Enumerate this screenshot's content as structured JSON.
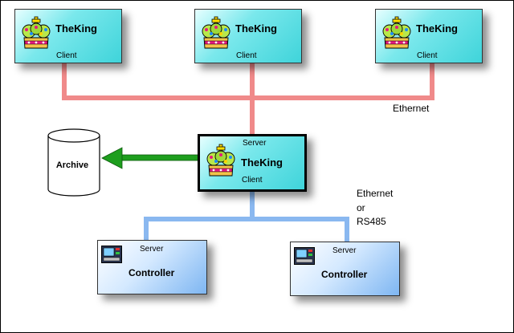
{
  "clients": [
    {
      "name": "TheKing",
      "role": "Client"
    },
    {
      "name": "TheKing",
      "role": "Client"
    },
    {
      "name": "TheKing",
      "role": "Client"
    }
  ],
  "main_node": {
    "role_top": "Server",
    "name": "TheKing",
    "role_bottom": "Client"
  },
  "archive": {
    "label": "Archive"
  },
  "controllers": [
    {
      "role": "Server",
      "name": "Controller"
    },
    {
      "role": "Server",
      "name": "Controller"
    }
  ],
  "links": {
    "top_network": "Ethernet",
    "bottom_network_line1": "Ethernet",
    "bottom_network_line2": "or",
    "bottom_network_line3": "RS485"
  },
  "colors": {
    "ethernet_bus": "#f08a8a",
    "serial_bus": "#8ab8f0",
    "archive_arrow": "#1e9e1e",
    "client_fill": "#5fdde2",
    "controller_fill": "#a8cff7"
  },
  "icons": {
    "client": "crown-icon",
    "controller": "controller-device-icon",
    "archive": "database-icon"
  }
}
